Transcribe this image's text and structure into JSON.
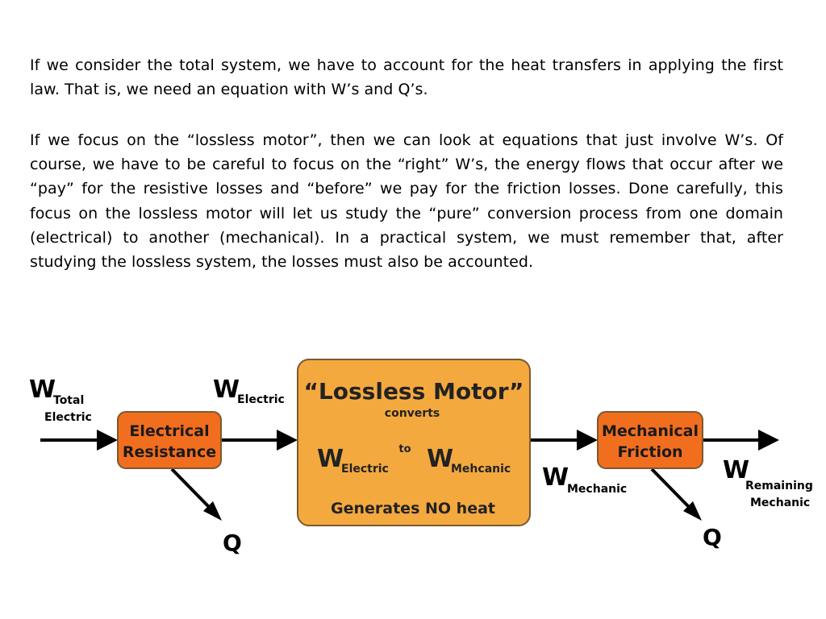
{
  "text": {
    "paragraph_1": "If we consider the total system, we have to account for the heat transfers in applying the first law. That is, we need an equation with W’s and Q’s.",
    "paragraph_2": "If we focus on the “lossless motor”, then we can look at equations that just involve W’s. Of course, we have to be careful to focus on the “right” W’s, the energy flows that occur after we “pay” for the resistive losses and “before” we pay for the friction losses.  Done carefully, this focus on the lossless motor will let us study the “pure” conversion process from one domain (electrical) to another (mechanical).  In a practical system, we must remember that, after studying the lossless system, the losses must also be accounted."
  },
  "diagram": {
    "input": {
      "symbol": "W",
      "sub_line1": "Total",
      "sub_line2": "Electric"
    },
    "resistance_box": {
      "line1": "Electrical",
      "line2": "Resistance"
    },
    "resistance_loss": "Q",
    "electric_flow": {
      "symbol": "W",
      "sub": "Electric"
    },
    "motor": {
      "title": "“Lossless Motor”",
      "converts": "converts",
      "from_symbol": "W",
      "from_sub": "Electric",
      "to": "to",
      "to_symbol": "W",
      "to_sub": "Mehcanic",
      "footer": "Generates NO heat"
    },
    "mechanic_flow": {
      "symbol": "W",
      "sub": "Mechanic"
    },
    "friction_box": {
      "line1": "Mechanical",
      "line2": "Friction"
    },
    "friction_loss": "Q",
    "output": {
      "symbol": "W",
      "sub_line1": "Remaining",
      "sub_line2": "Mechanic"
    },
    "colors": {
      "box_orange": "#F26E1F",
      "motor_fill": "#F4A93F",
      "box_stroke": "#7A5A2E",
      "arrow": "#000000"
    }
  }
}
